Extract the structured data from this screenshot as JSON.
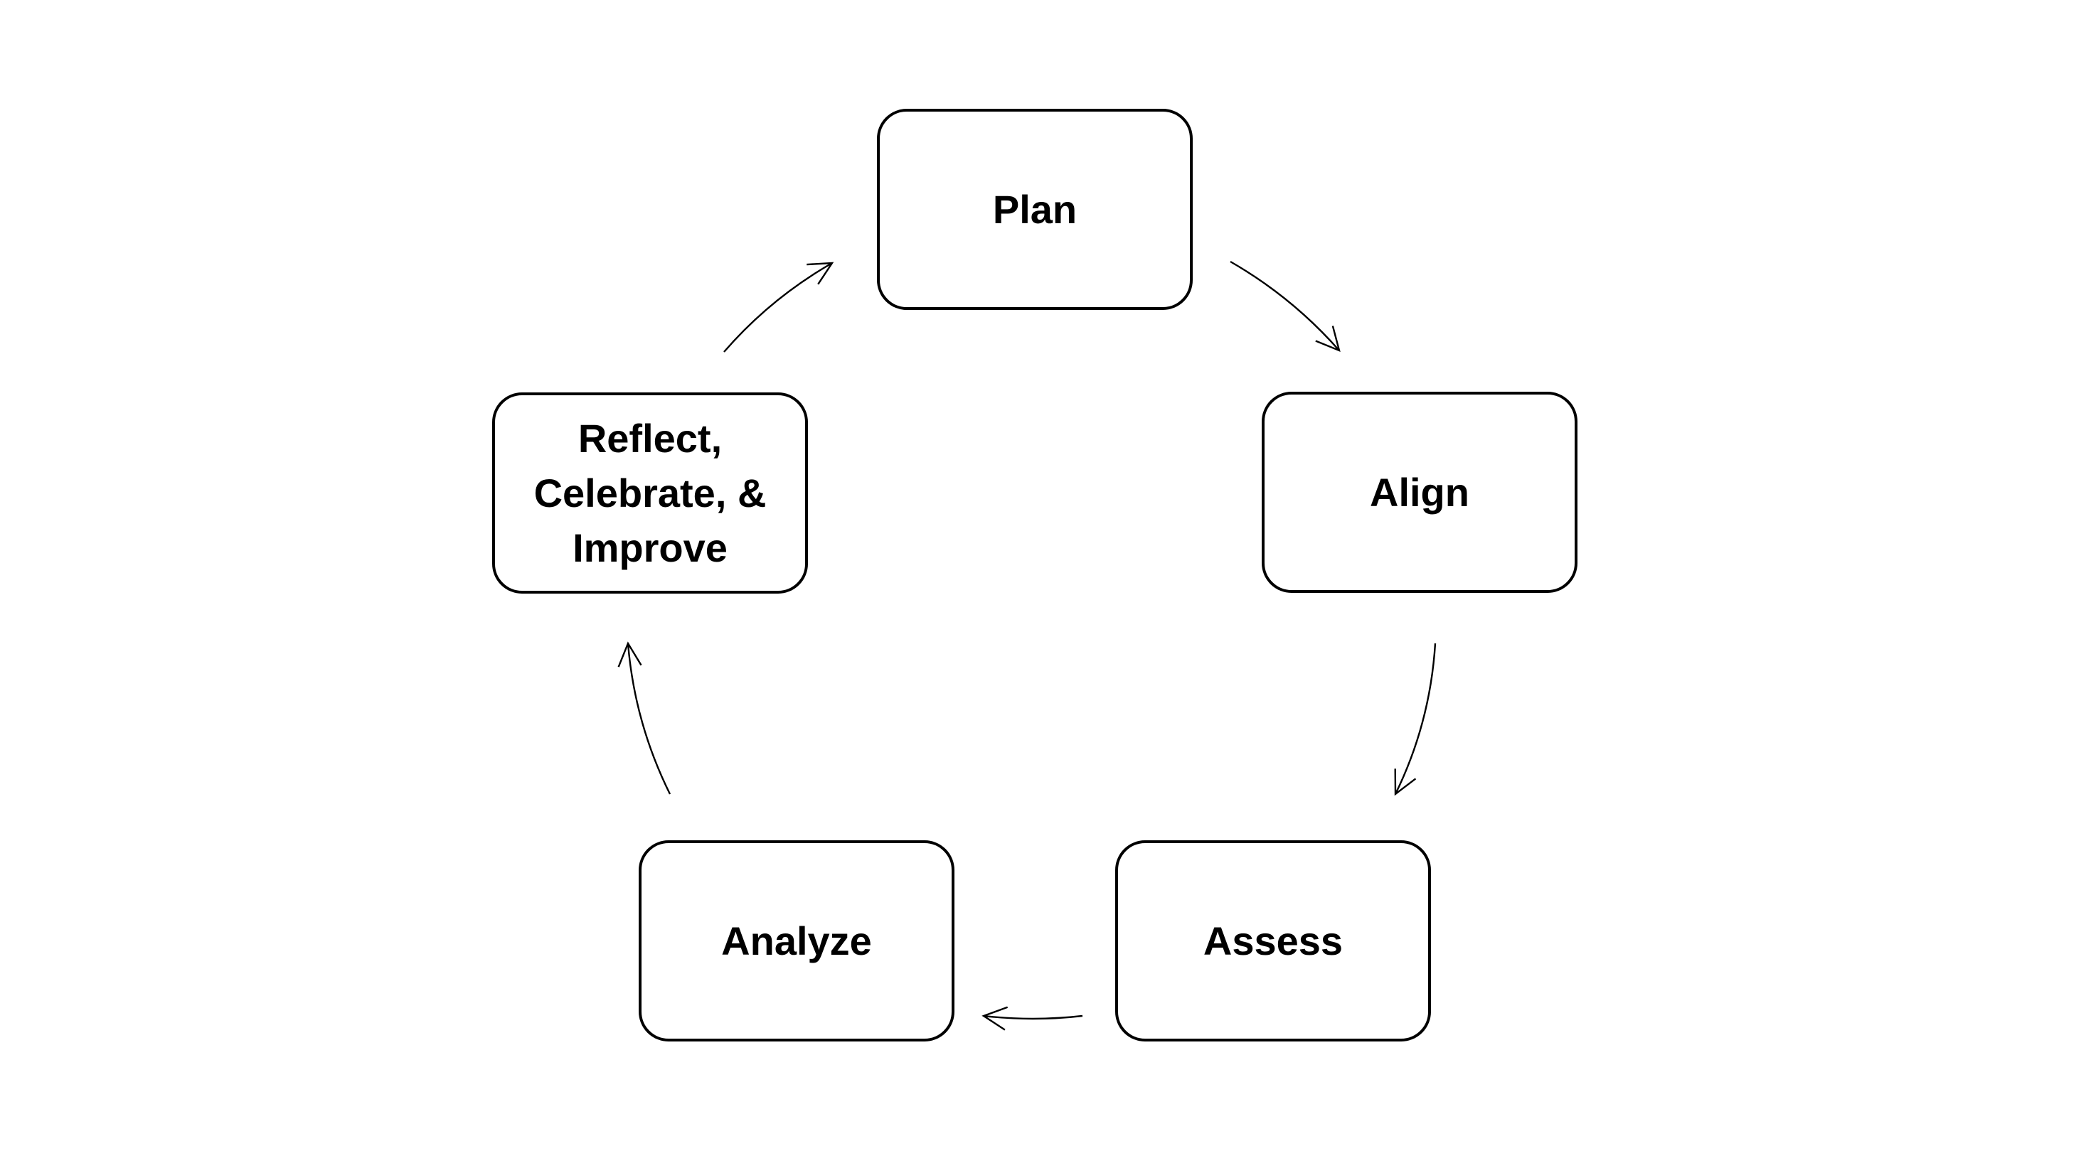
{
  "diagram": {
    "kind": "cycle-diagram",
    "colors": {
      "background": "#ffffff",
      "node_fill": "#ffffff",
      "node_border": "#000000",
      "arrow_stroke": "#000000",
      "text": "#000000"
    },
    "nodes": [
      {
        "id": "plan",
        "label": "Plan"
      },
      {
        "id": "align",
        "label": "Align"
      },
      {
        "id": "assess",
        "label": "Assess"
      },
      {
        "id": "analyze",
        "label": "Analyze"
      },
      {
        "id": "reflect",
        "label": "Reflect,\nCelebrate, &\nImprove"
      }
    ],
    "connections": [
      {
        "from": "plan",
        "to": "align"
      },
      {
        "from": "align",
        "to": "assess"
      },
      {
        "from": "assess",
        "to": "analyze"
      },
      {
        "from": "analyze",
        "to": "reflect"
      },
      {
        "from": "reflect",
        "to": "plan"
      }
    ]
  }
}
